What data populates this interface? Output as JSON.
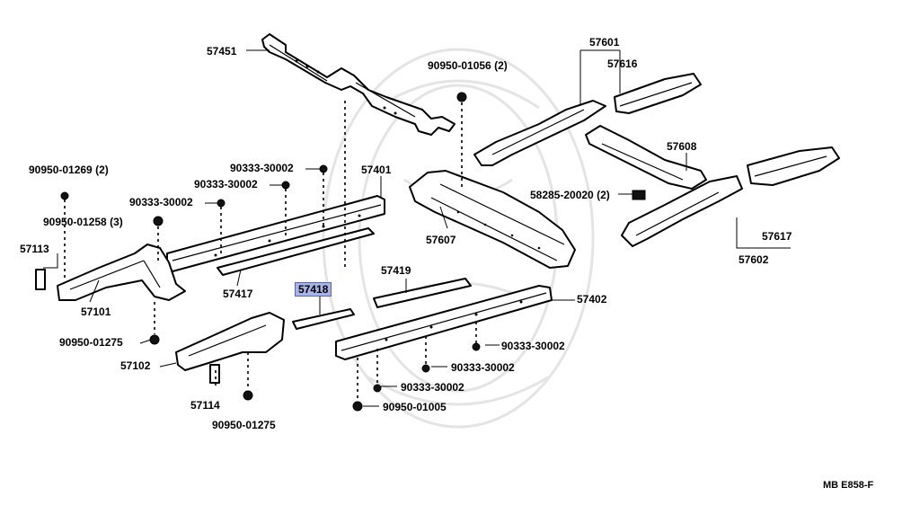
{
  "diagram": {
    "code": "MB E858-F",
    "highlighted_part": "57418",
    "labels": [
      {
        "id": "p57451",
        "text": "57451"
      },
      {
        "id": "p90950_01056",
        "text": "90950-01056 (2)"
      },
      {
        "id": "p57601",
        "text": "57601"
      },
      {
        "id": "p57616",
        "text": "57616"
      },
      {
        "id": "p90950_01269",
        "text": "90950-01269 (2)"
      },
      {
        "id": "p90333_a",
        "text": "90333-30002"
      },
      {
        "id": "p90333_b",
        "text": "90333-30002"
      },
      {
        "id": "p90333_c",
        "text": "90333-30002"
      },
      {
        "id": "p57401",
        "text": "57401"
      },
      {
        "id": "p57608",
        "text": "57608"
      },
      {
        "id": "p58285",
        "text": "58285-20020 (2)"
      },
      {
        "id": "p90950_01258",
        "text": "90950-01258 (3)"
      },
      {
        "id": "p57113",
        "text": "57113"
      },
      {
        "id": "p57607",
        "text": "57607"
      },
      {
        "id": "p57617",
        "text": "57617"
      },
      {
        "id": "p57602",
        "text": "57602"
      },
      {
        "id": "p57101",
        "text": "57101"
      },
      {
        "id": "p57417",
        "text": "57417"
      },
      {
        "id": "p57418",
        "text": "57418"
      },
      {
        "id": "p57419",
        "text": "57419"
      },
      {
        "id": "p57402",
        "text": "57402"
      },
      {
        "id": "p90950_01275_a",
        "text": "90950-01275"
      },
      {
        "id": "p57102",
        "text": "57102"
      },
      {
        "id": "p90333_d",
        "text": "90333-30002"
      },
      {
        "id": "p90333_e",
        "text": "90333-30002"
      },
      {
        "id": "p90333_f",
        "text": "90333-30002"
      },
      {
        "id": "p57114",
        "text": "57114"
      },
      {
        "id": "p90950_01005",
        "text": "90950-01005"
      },
      {
        "id": "p90950_01275_b",
        "text": "90950-01275"
      }
    ]
  }
}
